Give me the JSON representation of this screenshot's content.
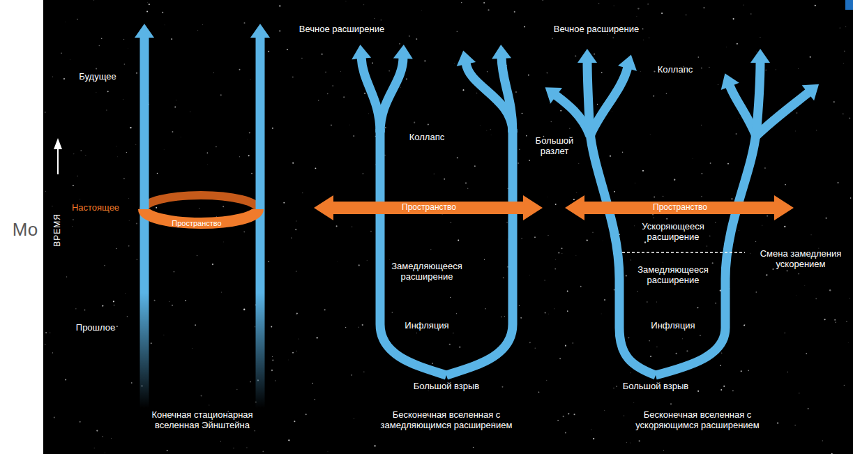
{
  "diagram": {
    "labels": [
      "Мо",
      "Будущее",
      "ВРЕМЯ",
      "Настоящее",
      "Прошлое",
      "Пространство",
      "Конечная стационарная вселенная Эйнштейна",
      "Вечное расширение",
      "Коллапс",
      "Пространство",
      "Замедляющееся расширение",
      "Инфляция",
      "Большой взрыв",
      "Бесконечная вселенная с замедляющимся расширением",
      "Вечное расширение",
      "Коллапс",
      "Большой разлет",
      "Пространство",
      "Ускоряющееся расширение",
      "Смена замедления ускорением",
      "Замедляющееся расширение",
      "Инфляция",
      "Большой взрыв",
      "Бесконечная вселенная с ускоряющимся расширением"
    ]
  }
}
